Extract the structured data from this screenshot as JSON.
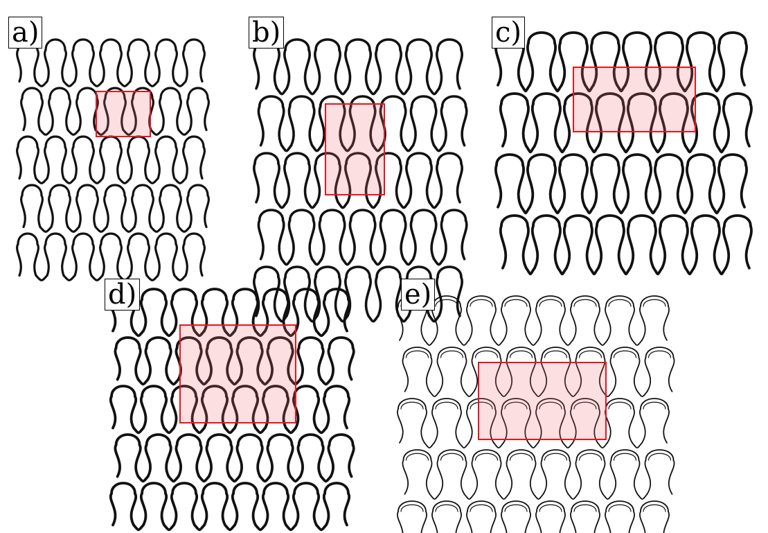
{
  "figure": {
    "background": "#ffffff",
    "yarn_color": "#111111",
    "highlight_fill": "rgba(240, 110, 120, 0.22)",
    "highlight_stroke": "#e8141e"
  },
  "panels": [
    {
      "id": "a",
      "label": "a)",
      "pattern": "jersey-tight"
    },
    {
      "id": "b",
      "label": "b)",
      "pattern": "jersey-loose"
    },
    {
      "id": "c",
      "label": "c)",
      "pattern": "tuck-float"
    },
    {
      "id": "d",
      "label": "d)",
      "pattern": "rib-interlock"
    },
    {
      "id": "e",
      "label": "e)",
      "pattern": "float-doubled"
    }
  ]
}
